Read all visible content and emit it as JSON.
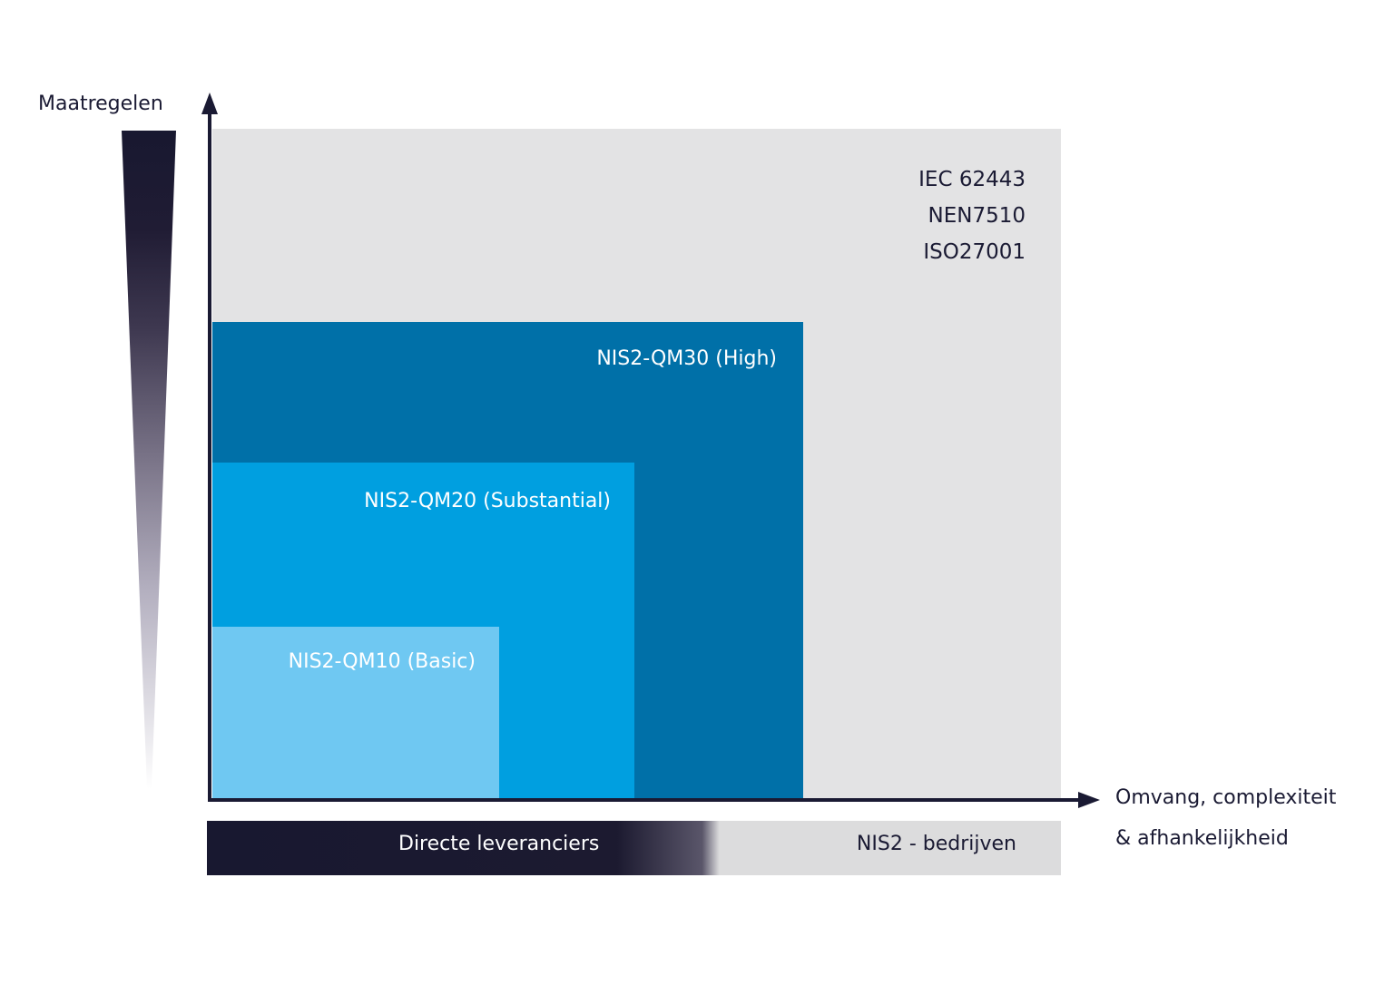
{
  "diagram": {
    "y_axis": {
      "label": "Maatregelen"
    },
    "x_axis": {
      "label_line1": "Omvang, complexiteit",
      "label_line2": "& afhankelijkheid"
    },
    "standards": [
      "IEC 62443",
      "NEN7510",
      "ISO27001"
    ],
    "levels": [
      {
        "label": "NIS2-QM30 (High)",
        "color": "#0070a8"
      },
      {
        "label": "NIS2-QM20 (Substantial)",
        "color": "#009fe0"
      },
      {
        "label": "NIS2-QM10 (Basic)",
        "color": "#6fc8f2"
      }
    ],
    "outer_area_color": "#e3e3e4",
    "bottom_bar": {
      "left_label": "Directe leveranciers",
      "right_label": "NIS2 - bedrijven"
    },
    "colors": {
      "dark": "#1a1a33",
      "light_gray": "#dcdcdd"
    }
  }
}
